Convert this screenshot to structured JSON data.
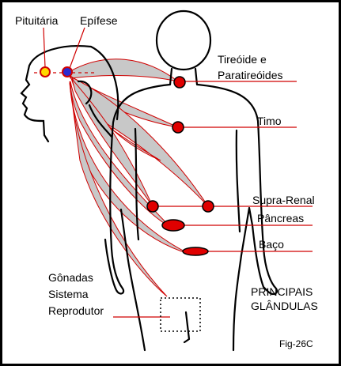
{
  "labels": {
    "pituitaria": "Pituitária",
    "epifise": "Epífese",
    "tireoide_1": "Tireóide  e",
    "tireoide_2": "Paratireóides",
    "timo": "Timo",
    "supra_renal": "Supra-Renal",
    "pancreas": "Pâncreas",
    "baco": "Baço",
    "gonadas_1": "Gônadas",
    "gonadas_2": "Sistema",
    "gonadas_3": "Reprodutor",
    "titulo_1": "PRINCIPAIS",
    "titulo_2": "GLÂNDULAS",
    "figura": "Fig-26C"
  },
  "colors": {
    "outline": "#000000",
    "gland": "#e00000",
    "leader": "#d00000",
    "nerve_fill": "#c8c8c8",
    "nerve_edge": "#d00000",
    "pituitaria_fill": "#ffd800",
    "epifise_fill": "#2b2bd0",
    "frame": "#000000"
  }
}
